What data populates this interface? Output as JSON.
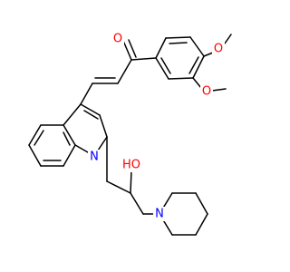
{
  "colors": {
    "background": "#ffffff",
    "bond": "#000000",
    "oxygen": "#ff0000",
    "nitrogen": "#0000ff"
  },
  "atoms": {
    "ketone_oxygen": {
      "label": "O",
      "element": "oxygen"
    },
    "methoxy_oxygen_top": {
      "label": "O",
      "element": "oxygen"
    },
    "methoxy_oxygen_bottom": {
      "label": "O",
      "element": "oxygen"
    },
    "hydroxyl": {
      "label": "HO",
      "element": "oxygen"
    },
    "indole_nitrogen": {
      "label": "N",
      "element": "nitrogen"
    },
    "piperidine_nitrogen": {
      "label": "N",
      "element": "nitrogen"
    }
  }
}
